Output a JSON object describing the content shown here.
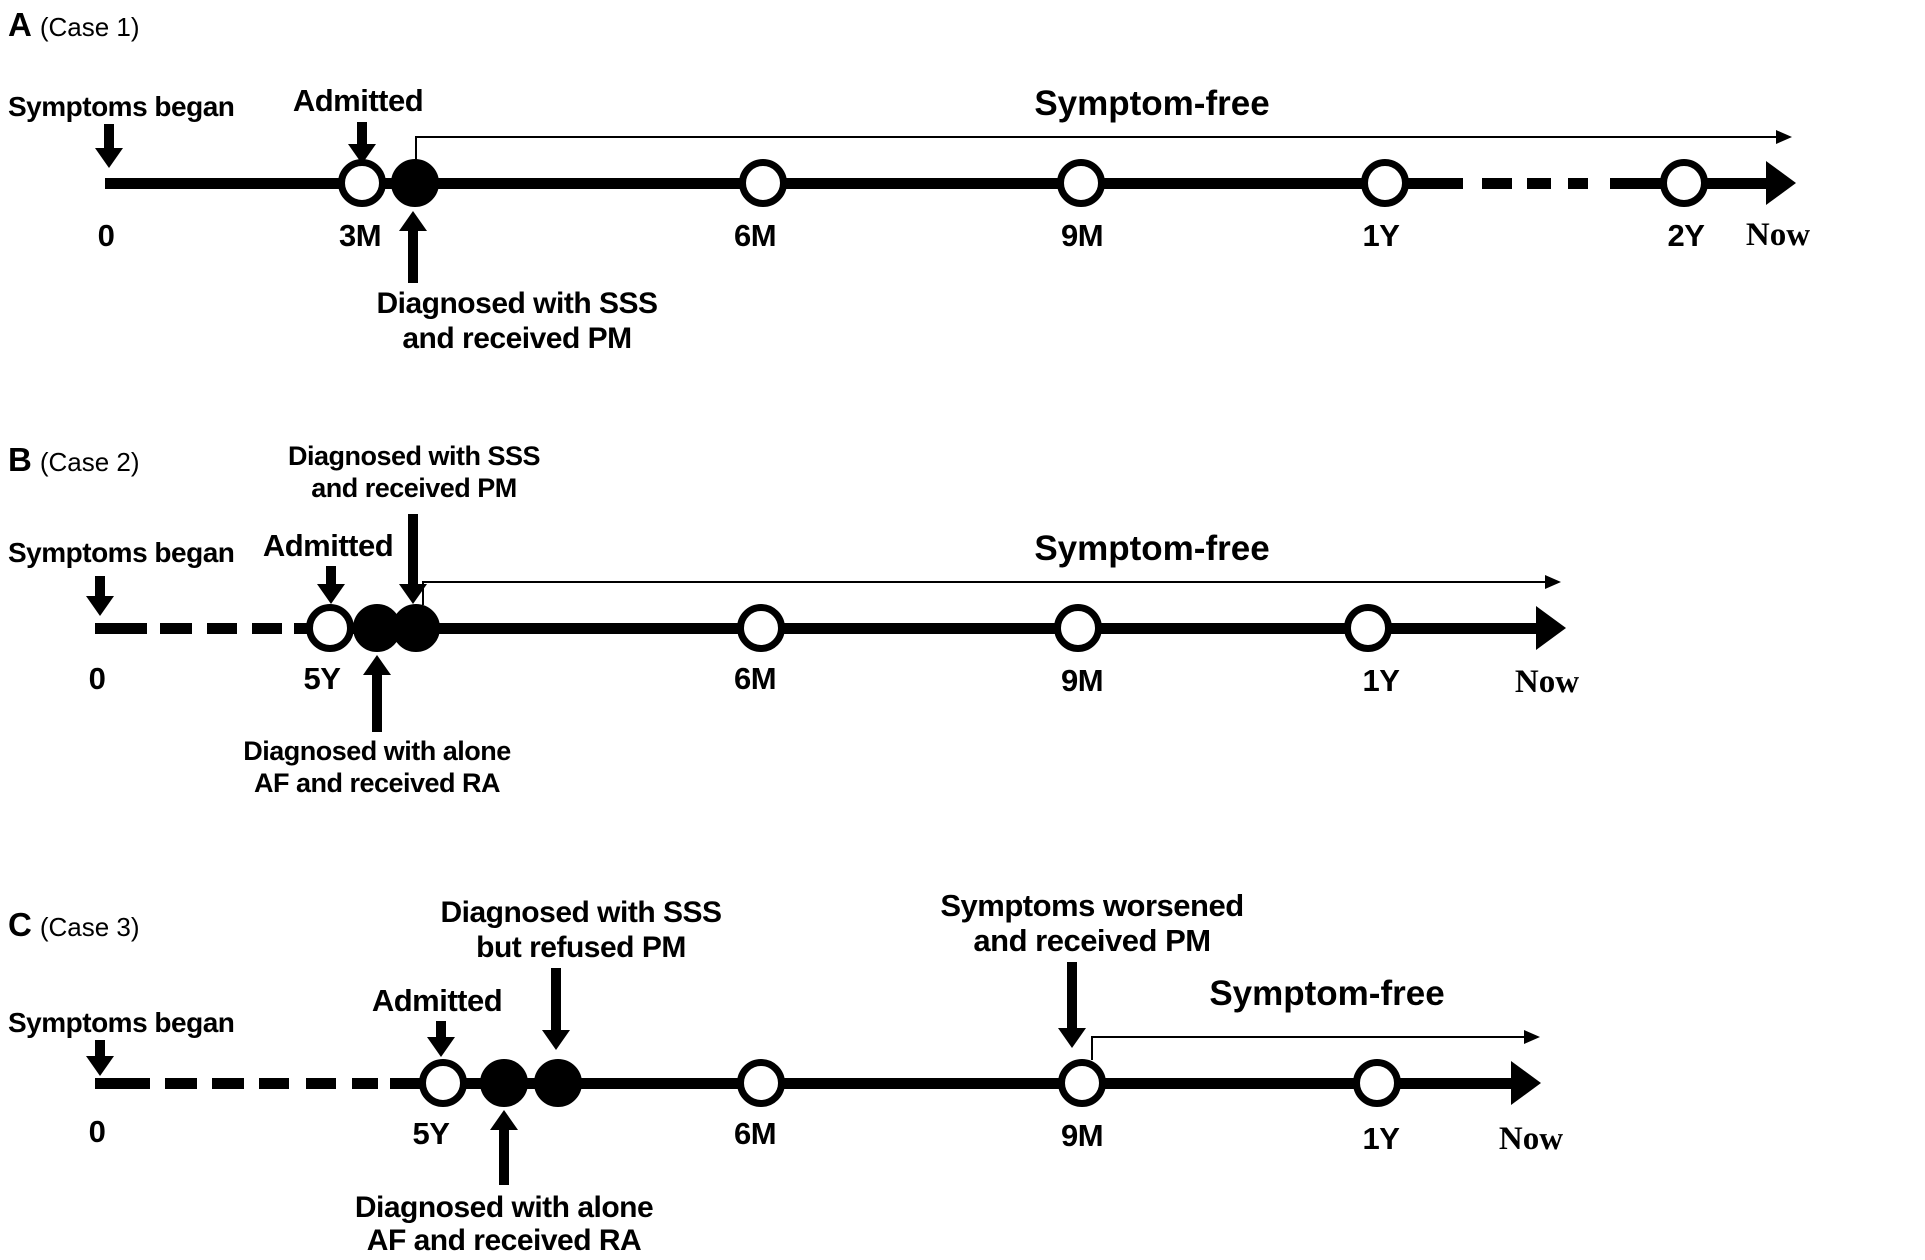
{
  "colors": {
    "ink": "#000000",
    "background": "#ffffff"
  },
  "panels": [
    {
      "panel_letter": "A",
      "case_label": "(Case 1)",
      "symptoms_began": "Symptoms began",
      "admitted": "Admitted",
      "symptom_free": "Symptom-free",
      "now_label": "Now",
      "origin_label": "0",
      "markers": [
        {
          "label": "3M",
          "fill": "open"
        },
        {
          "label": "",
          "fill": "filled"
        },
        {
          "label": "6M",
          "fill": "open"
        },
        {
          "label": "9M",
          "fill": "open"
        },
        {
          "label": "1Y",
          "fill": "open"
        },
        {
          "label": "2Y",
          "fill": "open"
        }
      ],
      "annotations": {
        "diagnosis_bottom": {
          "line1": "Diagnosed with SSS",
          "line2": "and received PM"
        }
      }
    },
    {
      "panel_letter": "B",
      "case_label": "(Case 2)",
      "symptoms_began": "Symptoms began",
      "admitted": "Admitted",
      "symptom_free": "Symptom-free",
      "now_label": "Now",
      "origin_label": "0",
      "markers": [
        {
          "label": "5Y",
          "fill": "open"
        },
        {
          "label": "",
          "fill": "filled"
        },
        {
          "label": "",
          "fill": "filled"
        },
        {
          "label": "6M",
          "fill": "open"
        },
        {
          "label": "9M",
          "fill": "open"
        },
        {
          "label": "1Y",
          "fill": "open"
        }
      ],
      "annotations": {
        "diagnosis_top": {
          "line1": "Diagnosed with SSS",
          "line2": "and received PM"
        },
        "diagnosis_bottom": {
          "line1": "Diagnosed with alone",
          "line2": "AF and received RA"
        }
      }
    },
    {
      "panel_letter": "C",
      "case_label": "(Case 3)",
      "symptoms_began": "Symptoms began",
      "admitted": "Admitted",
      "symptom_free": "Symptom-free",
      "now_label": "Now",
      "origin_label": "0",
      "markers": [
        {
          "label": "5Y",
          "fill": "open"
        },
        {
          "label": "",
          "fill": "filled"
        },
        {
          "label": "",
          "fill": "filled"
        },
        {
          "label": "6M",
          "fill": "open"
        },
        {
          "label": "9M",
          "fill": "open"
        },
        {
          "label": "1Y",
          "fill": "open"
        }
      ],
      "annotations": {
        "diagnosis_top": {
          "line1": "Diagnosed with SSS",
          "line2": "but refused PM"
        },
        "worsened_top": {
          "line1": "Symptoms worsened",
          "line2": "and received PM"
        },
        "diagnosis_bottom": {
          "line1": "Diagnosed with alone",
          "line2": "AF and received RA"
        }
      }
    }
  ]
}
